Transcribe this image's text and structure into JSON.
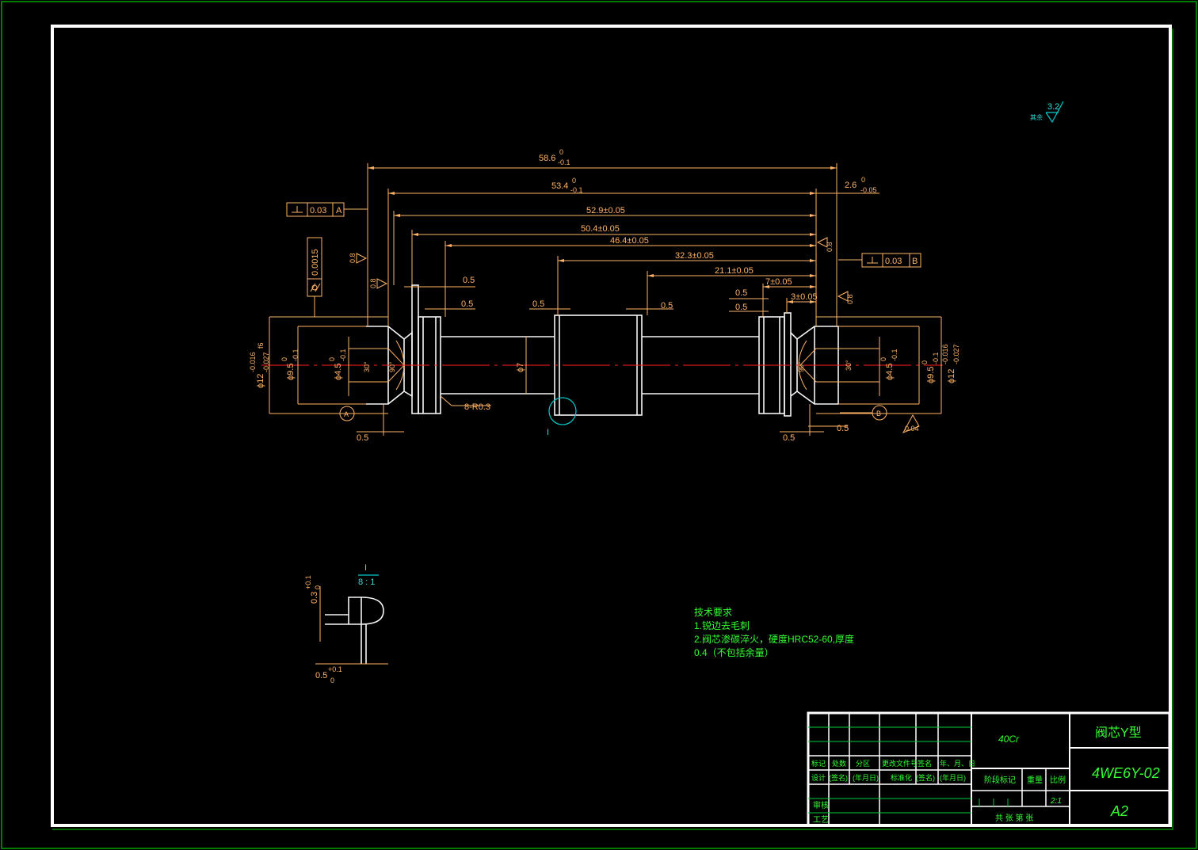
{
  "dimensions": {
    "total_length": "58.6",
    "total_length_tol_upper": "0",
    "total_length_tol_lower": "-0.1",
    "len_53_4": "53.4",
    "len_53_4_tol_upper": "0",
    "len_53_4_tol_lower": "-0.1",
    "len_52_9": "52.9±0.05",
    "len_50_4": "50.4±0.05",
    "len_46_4": "46.4±0.05",
    "len_32_3": "32.3±0.05",
    "len_21_1": "21.1±0.05",
    "len_7": "7±0.05",
    "len_3": "3±0.05",
    "len_2_6": "2.6",
    "len_2_6_tol_upper": "0",
    "len_2_6_tol_lower": "-0.05",
    "groove": "0.5",
    "dia_12": "ϕ12",
    "dia_12_tol": "-0.016",
    "dia_12_tol2": "-0.027",
    "fit": "f6",
    "dia_9_5": "ϕ9.5",
    "dia_9_5_tol_upper": "0",
    "dia_9_5_tol_lower": "-0.1",
    "dia_4_5": "ϕ4.5",
    "dia_4_5_tol_upper": "0",
    "dia_4_5_tol_lower": "-0.1",
    "dia_7": "ϕ7",
    "angle_90": "90°",
    "angle_30": "30°",
    "radius_note": "8-R0.3",
    "roughness_08": "0.8",
    "runout_04": "0.04"
  },
  "tolerance_frames": {
    "perp_a_value": "0.03",
    "perp_a_datum": "A",
    "perp_b_value": "0.03",
    "perp_b_datum": "B",
    "cyl_value": "0.0015"
  },
  "datums": {
    "a": "A",
    "b": "B"
  },
  "detail": {
    "marker": "I",
    "label": "I",
    "scale": "8 : 1",
    "depth": "0.3",
    "depth_tol_upper": "+0.1",
    "depth_tol_lower": "0",
    "width": "0.5",
    "width_tol_upper": "+0.1",
    "width_tol_lower": "0"
  },
  "surface_finish": {
    "rest_label": "其余",
    "value": "3.2"
  },
  "tech_requirements": {
    "title": "技术要求",
    "line1": "1.锐边去毛刺",
    "line2": "2.阀芯渗碳淬火，硬度HRC52-60,厚度",
    "line3": "0.4（不包括余量）"
  },
  "title_block": {
    "material": "40Cr",
    "part_name": "阀芯Y型",
    "drawing_no": "4WE6Y-02",
    "sheet_size": "A2",
    "scale": "2:1",
    "row_headers": [
      "标记",
      "处数",
      "分区",
      "更改文件号",
      "签名",
      "年、月、日"
    ],
    "design_row": [
      "设计",
      "(签名)",
      "(年月日)",
      "标准化",
      "(签名)",
      "(年月日)"
    ],
    "stage_mark": "阶段标记",
    "weight": "重量",
    "ratio": "比例",
    "review": "审核",
    "process": "工艺",
    "sheets": "共  张  第  张"
  },
  "colors": {
    "background": "#000000",
    "border": "#ffffff",
    "outer_frame": "#00cc00",
    "dimension": "#ffb366",
    "centerline": "#ff2020",
    "annotation": "#33ff33",
    "detail_marker": "#00cccc"
  }
}
